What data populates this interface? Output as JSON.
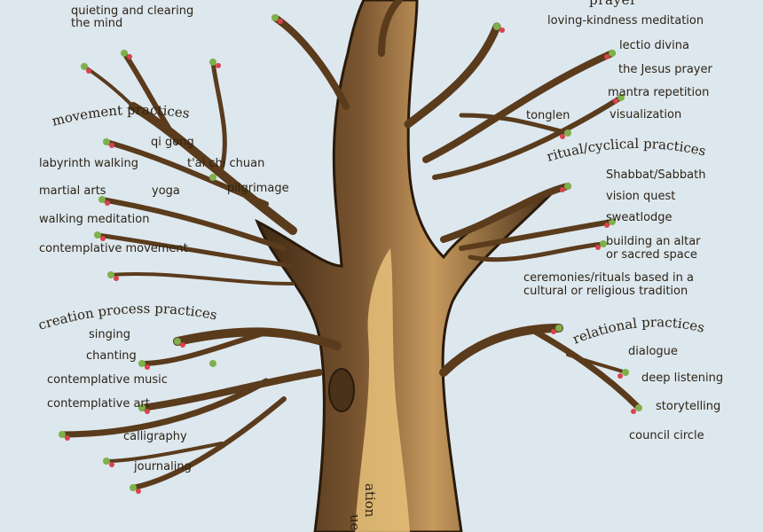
{
  "top_left": {
    "line1": "quieting and clearing",
    "line2": "the mind"
  },
  "top_right": {
    "partial_heading": "prayer",
    "items": [
      "loving-kindness meditation",
      "lectio divina",
      "the Jesus prayer",
      "mantra repetition",
      "visualization"
    ],
    "extra": "tonglen"
  },
  "movement": {
    "heading": "movement practices",
    "items": [
      "qi gong",
      "labyrinth walking",
      "t'ai chi chuan",
      "martial arts",
      "yoga",
      "pilgrimage",
      "walking meditation",
      "contemplative movement"
    ]
  },
  "ritual": {
    "heading": "ritual/cyclical practices",
    "items": [
      "Shabbat/Sabbath",
      "vision quest",
      "sweatlodge"
    ],
    "altar": [
      "building an altar",
      "or sacred space"
    ],
    "ceremonies": [
      "ceremonies/rituals based in a",
      "cultural or religious tradition"
    ]
  },
  "creation": {
    "heading": "creation process practices",
    "items": [
      "singing",
      "chanting",
      "contemplative music",
      "contemplative art",
      "calligraphy",
      "journaling"
    ]
  },
  "relational": {
    "heading": "relational practices",
    "items": [
      "dialogue",
      "deep listening",
      "storytelling",
      "council circle"
    ]
  },
  "trunk": {
    "word1": "ation",
    "word2": "ue"
  },
  "colors": {
    "background": "#dde7ee",
    "bark": "#6b4a2a",
    "bark_light": "#b08552",
    "leaf": "#7fb04a",
    "blossom": "#d8434d"
  }
}
